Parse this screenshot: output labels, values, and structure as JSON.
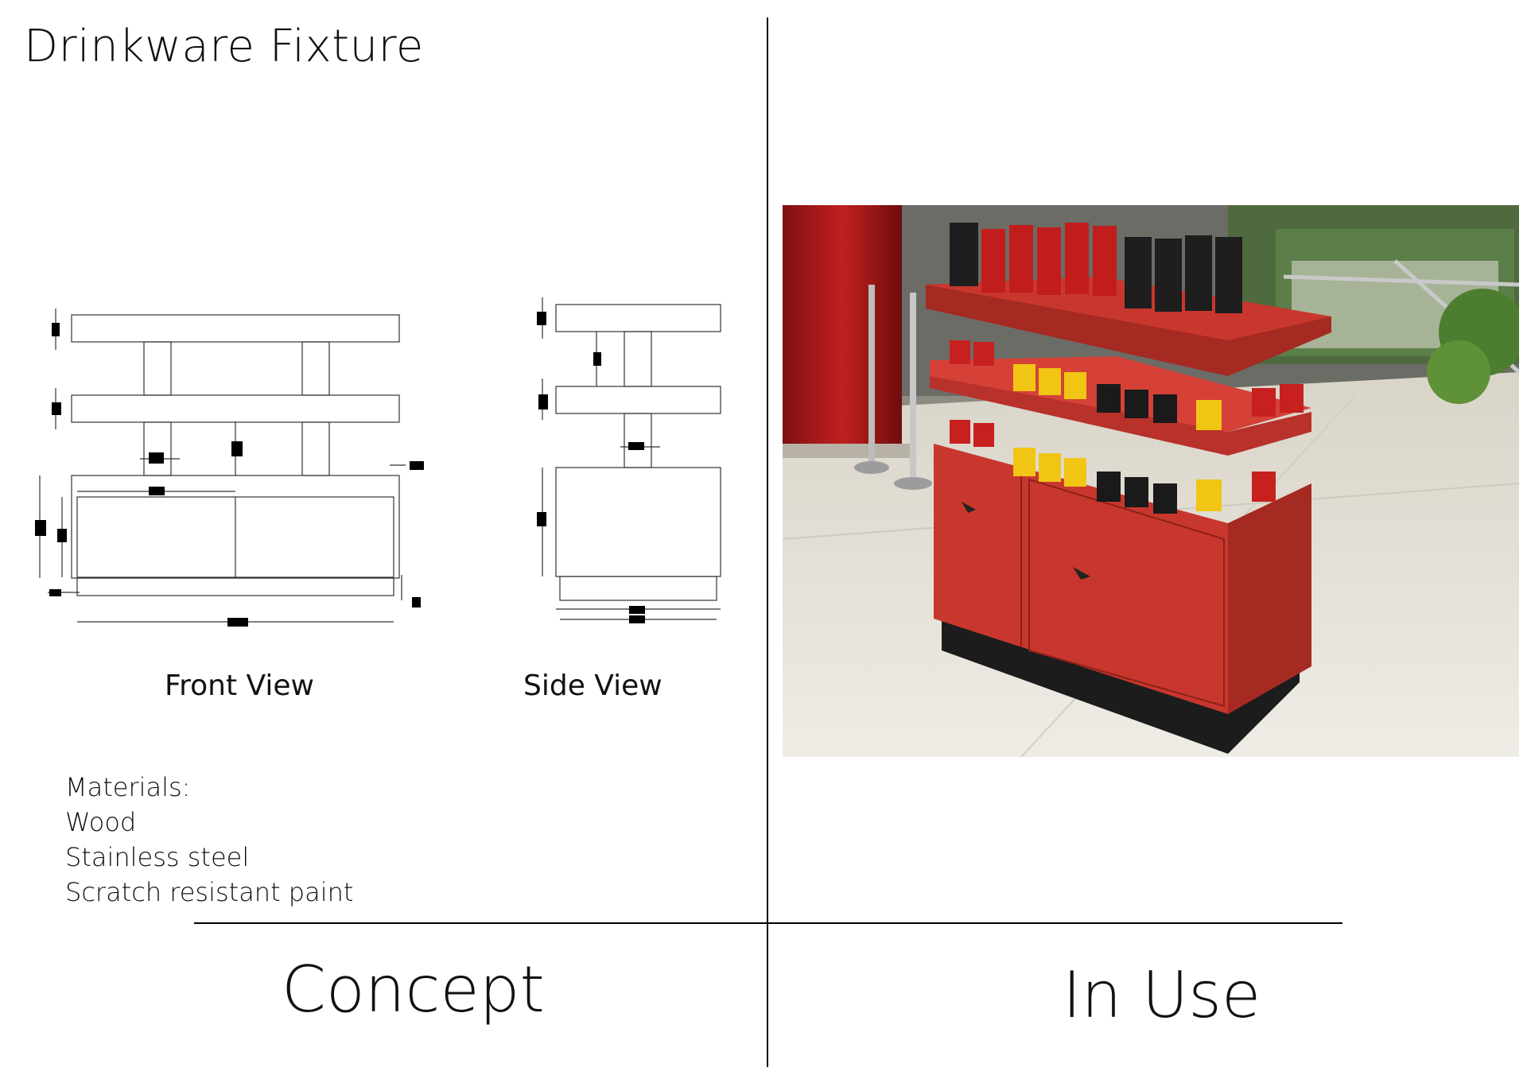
{
  "title": "Drinkware Fixture",
  "views": {
    "front_label": "Front View",
    "side_label": "Side View"
  },
  "materials": {
    "heading": "Materials:",
    "items": [
      "Wood",
      "Stainless steel",
      "Scratch resistant paint"
    ]
  },
  "sections": {
    "concept": "Concept",
    "in_use": "In Use"
  },
  "colors": {
    "fixture_red": "#c8372d",
    "fixture_dark_red": "#9e261f",
    "base_black": "#1c1c1c",
    "floor": "#e9e6df",
    "mug_yellow": "#f1c514",
    "mug_black": "#1a1a1a"
  }
}
